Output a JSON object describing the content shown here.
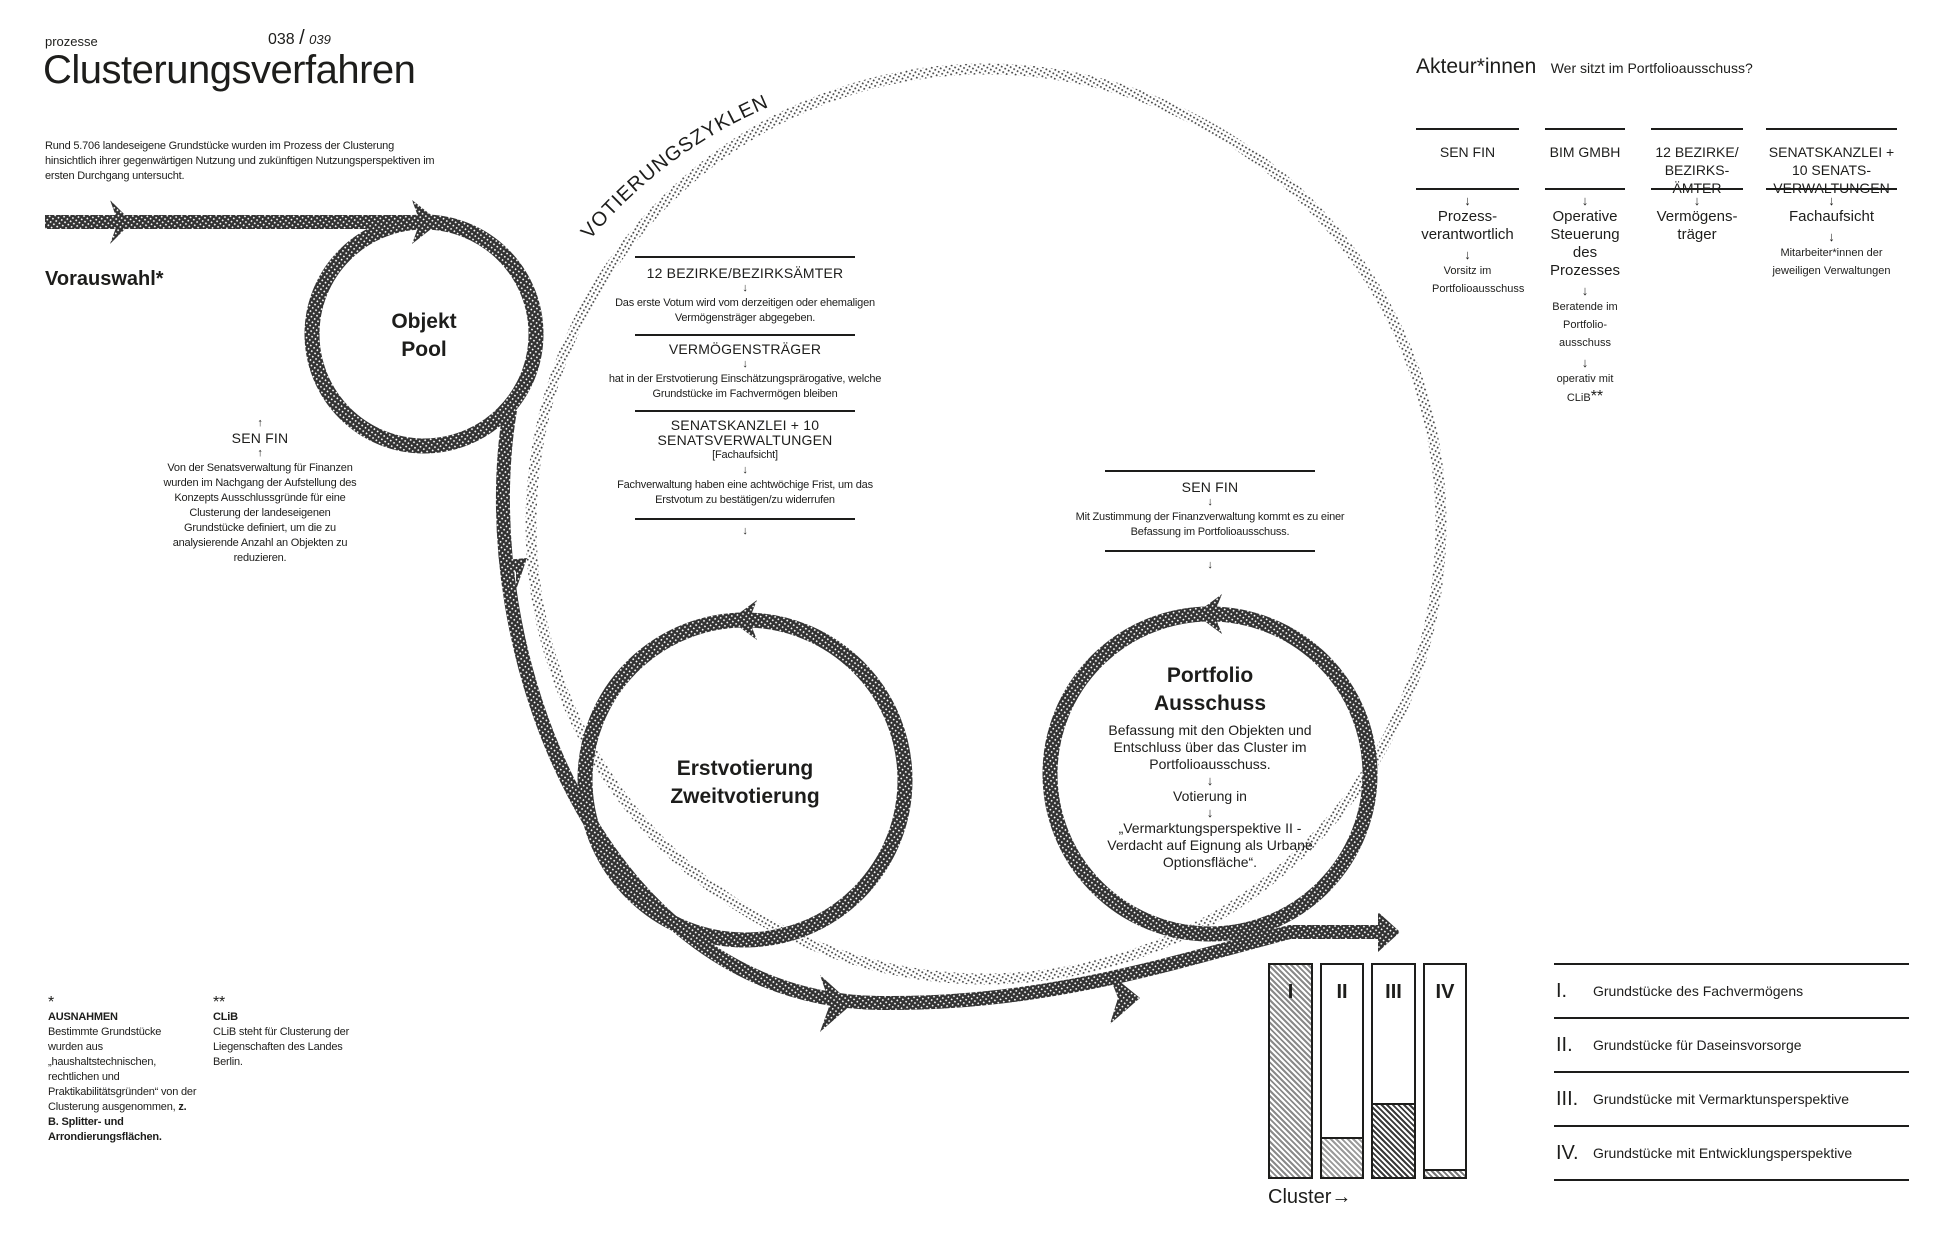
{
  "header": {
    "section": "prozesse",
    "page_left": "038",
    "page_sep": "/",
    "page_right": "039",
    "title": "Clusterungsverfahren"
  },
  "intro": "Rund 5.706 landeseigene Grundstücke wurden im Prozess der Clusterung hinsichtlich ihrer gegenwärtigen Nutzung und zukünftigen Nutzungsperspektiven im ersten Durchgang untersucht.",
  "vorauswahl": "Vorauswahl*",
  "cycle_label": "VOTIERUNGSZYKLEN",
  "objekt_pool": {
    "line1": "Objekt",
    "line2": "Pool"
  },
  "senfin_note": {
    "arrow": "↑",
    "title": "SEN FIN",
    "text": "Von der Senatsverwaltung für Finanzen wurden im Nachgang der Aufstellung des Konzepts Ausschlussgründe für eine Clusterung der landeseigenen Grundstücke definiert, um die zu analysierende Anzahl an Objekten zu reduzieren."
  },
  "voting_steps": {
    "s1_title": "12 BEZIRKE/BEZIRKSÄMTER",
    "s1_text": "Das erste Votum wird vom derzeitigen oder ehemaligen Vermögensträger abgegeben.",
    "s2_title": "VERMÖGENSTRÄGER",
    "s2_text": "hat in der Erstvotierung Einschätzungsprärogative, welche Grundstücke im Fachvermögen bleiben",
    "s3_title": "SENATSKANZLEI + 10 SENATSVERWALTUNGEN",
    "s3_sub": "[Fachaufsicht]",
    "s3_text": "Fachverwaltung haben eine achtwöchige Frist, um das Erstvotum zu bestätigen/zu widerrufen",
    "arrow": "↓"
  },
  "erstvotierung": {
    "line1": "Erstvotierung",
    "line2": "Zweitvotierung"
  },
  "senfin_right": {
    "title": "SEN FIN",
    "text": "Mit Zustimmung der Finanzverwaltung kommt es zu einer Befassung im Portfolioausschuss."
  },
  "portfolio": {
    "line1": "Portfolio",
    "line2": "Ausschuss",
    "text": "Befassung mit den Objekten und Entschluss über das Cluster im Portfolioausschuss.",
    "votierung": "Votierung in",
    "result": "„Vermarktungsperspektive II - Verdacht auf Eignung als Urbane Optionsfläche“."
  },
  "akteure": {
    "title": "Akteur*innen",
    "subtitle": "Wer sitzt im Portfolioausschuss?",
    "columns": [
      {
        "head": "SEN FIN",
        "role": "Prozess-verantwortlich",
        "detail": "Vorsitz im Portfolioausschuss"
      },
      {
        "head": "BIM GMBH",
        "role": "Operative Steuerung des Prozesses",
        "detail": "Beratende im Portfolio-ausschuss",
        "detail2": "operativ mit CLiB",
        "mark": "**"
      },
      {
        "head": "12 BEZIRKE/ BEZIRKS-ÄMTER",
        "role": "Vermögens-träger"
      },
      {
        "head": "SENATSKANZLEI + 10 SENATS-VERWALTUNGEN",
        "role": "Fachaufsicht",
        "detail": "Mitarbeiter*innen der jeweiligen Verwaltungen"
      }
    ]
  },
  "footnotes": [
    {
      "mark": "*",
      "title": "AUSNAHMEN",
      "text": "Bestimmte Grundstücke wurden aus „haushaltstechnischen, rechtlichen und Praktikabilitätsgründen“ von der Clusterung ausgenommen,",
      "bold": "z. B. Splitter- und Arrondierungsflächen."
    },
    {
      "mark": "**",
      "title": "CLiB",
      "text": "CLiB steht für Clusterung der Liegenschaften des Landes Berlin."
    }
  ],
  "cluster_bars": [
    {
      "label": "I",
      "fill": 1.0,
      "color": "#8a8a8a"
    },
    {
      "label": "II",
      "fill": 0.18,
      "color": "#9a9a9a"
    },
    {
      "label": "III",
      "fill": 0.34,
      "color": "#3a3a3a"
    },
    {
      "label": "IV",
      "fill": 0.03,
      "color": "#777777"
    }
  ],
  "cluster_label": "Cluster→",
  "legend": [
    {
      "num": "I.",
      "text": "Grundstücke des Fachvermögens"
    },
    {
      "num": "II.",
      "text": "Grundstücke für Daseinsvorsorge"
    },
    {
      "num": "III.",
      "text": "Grundstücke mit Vermarktunsperspektive"
    },
    {
      "num": "IV.",
      "text": "Grundstücke mit Entwicklungsperspektive"
    }
  ]
}
